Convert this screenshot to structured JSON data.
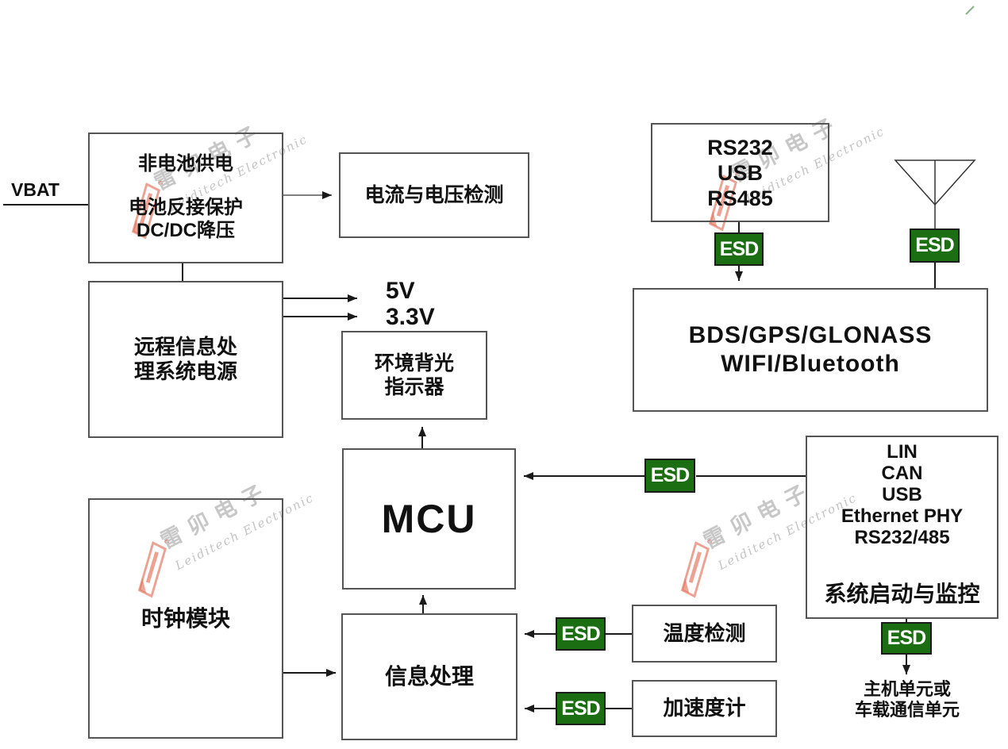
{
  "colors": {
    "esd_background": "#1b6e11",
    "esd_text": "#ffffff",
    "box_border": "#555555",
    "wire": "#1a1a1a",
    "gray_wire": "#808080",
    "watermark_text": "#c7c7c7",
    "watermark_logo": "#e8826e",
    "stray_mark_green": "#86b386"
  },
  "watermark": {
    "cn": "雷卯电子",
    "en": "Leiditech Electronic"
  },
  "nodes": {
    "vbat_label": "VBAT",
    "power_input": [
      "非电池供电",
      "电池反接保护",
      "DC/DC降压"
    ],
    "current_voltage": "电流与电压检测",
    "telematics_power": [
      "远程信息处",
      "理系统电源"
    ],
    "rail_5v": "5V",
    "rail_3v3": "3.3V",
    "ambient_backlight": [
      "环境背光",
      "指示器"
    ],
    "mcu": "MCU",
    "clock": "时钟模块",
    "info_processing": "信息处理",
    "temperature": "温度检测",
    "accelerometer": "加速度计",
    "serial_top": [
      "RS232",
      "USB",
      "RS485"
    ],
    "wireless": [
      "BDS/GPS/GLONASS",
      "WIFI/Bluetooth"
    ],
    "interfaces": [
      "LIN",
      "CAN",
      "USB",
      "Ethernet PHY",
      "RS232/485"
    ],
    "interfaces_bottom": "系统启动与监控",
    "host_unit": [
      "主机单元或",
      "车载通信单元"
    ],
    "esd": "ESD"
  }
}
